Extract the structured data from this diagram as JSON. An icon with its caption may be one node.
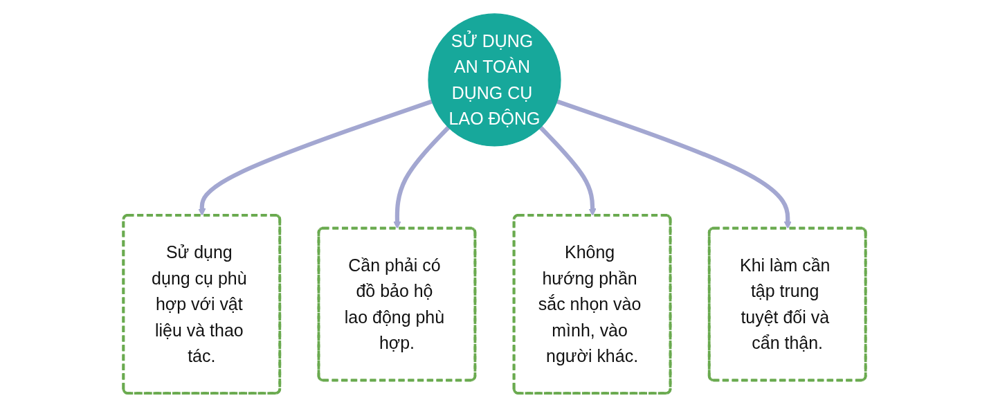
{
  "diagram": {
    "nodes": [
      {
        "text": [
          "SỬ DỤNG AN TOÀN DỤNG CỤ LAO ĐỘNG"
        ]
      },
      {
        "text": [
          "Sử dụng dụng cụ phù hợp với vật liệu và thao tác."
        ]
      },
      {
        "text": [
          "Cần phải có đồ bảo hộ lao động phù hợp."
        ]
      },
      {
        "text": [
          "Không hướng phần sắc nhọn vào mình, vào người khác."
        ]
      },
      {
        "text": [
          "Khi làm cần tập trung tuyệt đối và cẩn thận."
        ]
      }
    ],
    "edges": [
      {
        "from": 0,
        "to": 1,
        "arrow": "to"
      },
      {
        "from": 0,
        "to": 2,
        "arrow": "to"
      },
      {
        "from": 0,
        "to": 3,
        "arrow": "to"
      },
      {
        "from": 0,
        "to": 4,
        "arrow": "to"
      }
    ]
  }
}
